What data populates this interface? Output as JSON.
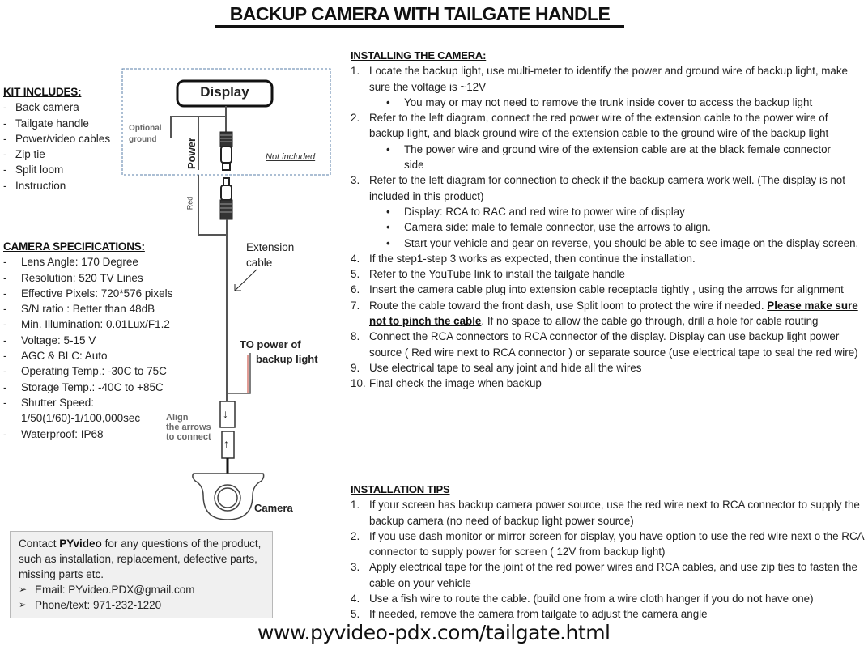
{
  "title": "BACKUP CAMERA WITH TAILGATE HANDLE",
  "kit": {
    "heading": "KIT INCLUDES:",
    "items": [
      "Back camera",
      "Tailgate handle",
      "Power/video cables",
      "Zip tie",
      "Split loom",
      "Instruction"
    ]
  },
  "specs": {
    "heading": "CAMERA SPECIFICATIONS:",
    "items": [
      "Lens Angle: 170 Degree",
      "Resolution: 520 TV Lines",
      "Effective Pixels: 720*576 pixels",
      "S/N ratio : Better than 48dB",
      "Min. Illumination: 0.01Lux/F1.2",
      "Voltage: 5-15 V",
      "AGC & BLC: Auto",
      "Operating Temp.: -30C to 75C",
      "Storage Temp.: -40C to +85C",
      "Shutter Speed: 1/50(1/60)-1/100,000sec",
      "Waterproof: IP68"
    ]
  },
  "diagram": {
    "display_label": "Display",
    "optional_ground_line1": "Optional",
    "optional_ground_line2": "ground",
    "power_label": "Power",
    "not_included": "Not included",
    "red_label": "Red",
    "extension_line1": "Extension",
    "extension_line2": "cable",
    "to_power_line1": "TO power of",
    "to_power_line2": "backup light",
    "align_line1": "Align",
    "align_line2": "the arrows",
    "align_line3": "to connect",
    "camera_label": "Camera",
    "arrow_down": "↓",
    "arrow_up": "↑",
    "colors": {
      "wire": "#555555",
      "red_wire": "#c0392b",
      "dashed_border": "#5a7fa8",
      "label_gray": "#6b6b6b"
    }
  },
  "contact": {
    "prefix": "Contact ",
    "brand": "PYvideo",
    "suffix": " for any questions of the product, such as installation, replacement, defective parts, missing parts etc.",
    "email": "Email: PYvideo.PDX@gmail.com",
    "phone": "Phone/text: 971-232-1220"
  },
  "install": {
    "heading": "INSTALLING THE CAMERA:",
    "steps": [
      {
        "num": "1.",
        "text": "Locate the backup light, use multi-meter to identify the power and ground wire of backup light, make sure the voltage is ~12V",
        "bullets": [
          "You may or may not need to remove the trunk inside cover to access the backup light"
        ]
      },
      {
        "num": "2.",
        "text": "Refer to the left diagram, connect the red power wire of the extension cable to the power wire of backup light, and black ground wire of the extension cable to the ground wire of the backup light",
        "bullets": [
          "The power wire and ground wire of the extension cable are at the black female connector side"
        ]
      },
      {
        "num": "3.",
        "text": "Refer to the left diagram for connection to check if the backup camera work well. (The display is not included in this product)",
        "bullets": [
          "Display: RCA to RAC and red wire to power wire of display",
          "Camera side: male to female connector, use the arrows to align.",
          "Start your vehicle and gear on reverse, you should be able to see image on the display screen."
        ]
      },
      {
        "num": "4.",
        "text": "If the step1-step 3 works as expected, then continue the installation."
      },
      {
        "num": "5.",
        "text": "Refer to the YouTube link to install the tailgate handle"
      },
      {
        "num": "6.",
        "text": "Insert the camera cable plug into extension cable receptacle tightly , using the arrows for alignment"
      },
      {
        "num": "7.",
        "text_before": "Route the cable toward the front dash, use Split loom to protect the wire if needed. ",
        "emphasis": "Please make sure not to pinch the cable",
        "text_after": ". If no space to allow the cable go through, drill a hole for cable routing"
      },
      {
        "num": "8.",
        "text": "Connect the RCA connectors to RCA connector of the display. Display can use backup light power source ( Red wire next to RCA connector ) or separate source (use electrical tape to seal the red wire)"
      },
      {
        "num": "9.",
        "text": "Use electrical tape to seal any joint and hide all the wires"
      },
      {
        "num": "10.",
        "text": "Final check the image when backup"
      }
    ]
  },
  "tips": {
    "heading": "INSTALLATION TIPS",
    "items": [
      {
        "num": "1.",
        "text": "If your screen has backup camera power source, use the red wire next to RCA connector to supply the backup camera (no need of backup light power source)"
      },
      {
        "num": "2.",
        "text": "If you use dash monitor or mirror screen for display, you have option to use the red wire next o the RCA connector to supply power for screen ( 12V from backup light)"
      },
      {
        "num": "3.",
        "text": "Apply electrical tape for the joint of the red power wires and RCA cables, and use zip ties to fasten the cable on your vehicle"
      },
      {
        "num": "4.",
        "text": "Use a fish wire to route the cable. (build one from a wire cloth hanger if you do not have one)"
      },
      {
        "num": "5.",
        "text": "If needed, remove the camera from tailgate  to adjust the camera angle"
      }
    ]
  },
  "url": "www.pyvideo-pdx.com/tailgate.html"
}
